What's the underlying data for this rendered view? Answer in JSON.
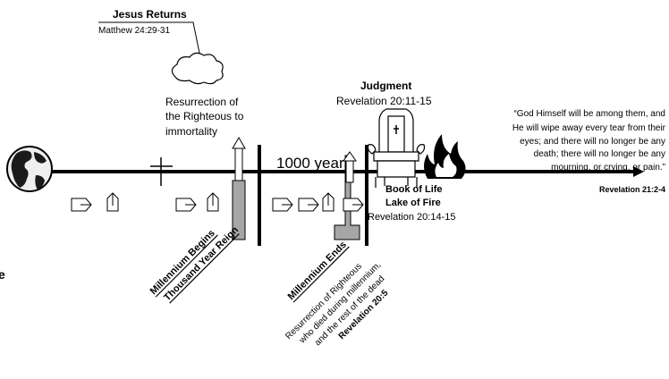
{
  "jesus_returns": {
    "title": "Jesus Returns",
    "reference": "Matthew 24:29-31"
  },
  "resurrection_righteous": {
    "lines": [
      "Resurrection of",
      "the Righteous to",
      "immortality"
    ]
  },
  "millennium_label": "1000 years",
  "judgment": {
    "title": "Judgment",
    "reference": "Revelation 20:11-15"
  },
  "quote": {
    "lines": [
      "“God Himself will be among them, and",
      "He will wipe away every tear from their",
      "eyes; and there will no longer be any",
      "death; there will no longer be any",
      "mourning, or crying, or pain.”"
    ],
    "reference": "Revelation 21:2-4"
  },
  "book_of_life": {
    "line1": "Book of Life",
    "line2": "Lake of Fire",
    "reference": "Revelation 20:14-15"
  },
  "millennium_begins": {
    "line1": "Millennium Begins",
    "line2": "Thousand Year Reign"
  },
  "millennium_ends": {
    "title": "Millennium Ends"
  },
  "second_resurrection": {
    "lines": [
      "Resurrection of Righteous",
      "who died during millennium,",
      "and the rest of the dead"
    ],
    "reference": "Revelation 20:5"
  },
  "left_edge_char": "e",
  "icons": [
    "globe-icon",
    "cross-icon",
    "cloud-icon",
    "throne-icon",
    "fire-icon",
    "right-arrow-icon",
    "up-arrow-icon"
  ]
}
